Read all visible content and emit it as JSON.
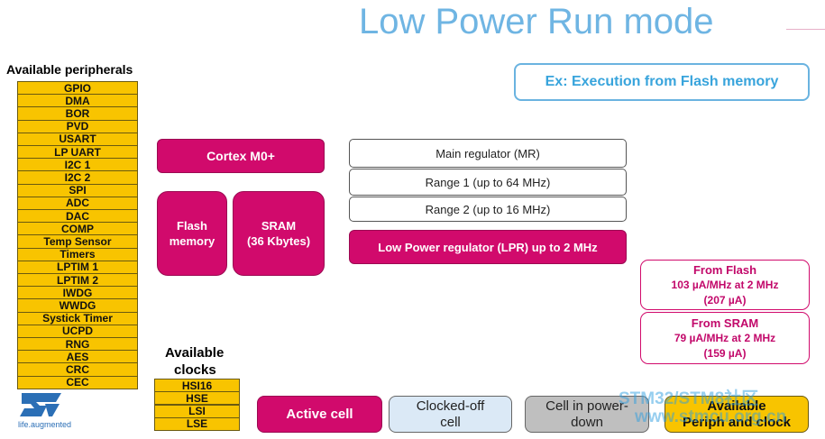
{
  "title": "Low Power Run mode",
  "example": "Ex: Execution from Flash memory",
  "peripherals": {
    "header": "Available peripherals",
    "items": [
      "GPIO",
      "DMA",
      "BOR",
      "PVD",
      "USART",
      "LP UART",
      "I2C 1",
      "I2C 2",
      "SPI",
      "ADC",
      "DAC",
      "COMP",
      "Temp Sensor",
      "Timers",
      "LPTIM 1",
      "LPTIM 2",
      "IWDG",
      "WWDG",
      "Systick Timer",
      "UCPD",
      "RNG",
      "AES",
      "CRC",
      "CEC"
    ]
  },
  "clocks": {
    "header_line1": "Available",
    "header_line2": "clocks",
    "items": [
      "HSI16",
      "HSE",
      "LSI",
      "LSE"
    ]
  },
  "core": {
    "cortex": "Cortex M0+",
    "flash_line1": "Flash",
    "flash_line2": "memory",
    "sram_line1": "SRAM",
    "sram_line2": "(36 Kbytes)"
  },
  "regulators": {
    "main": "Main regulator (MR)",
    "range1": "Range 1 (up to 64 MHz)",
    "range2": "Range 2 (up to 16 MHz)",
    "lpr": "Low Power regulator (LPR) up to 2 MHz"
  },
  "consumption": {
    "flash": {
      "title": "From Flash",
      "value": "103 µA/MHz at 2 MHz",
      "total": "(207 µA)"
    },
    "sram": {
      "title": "From SRAM",
      "value": "79 µA/MHz at 2 MHz",
      "total": "(159 µA)"
    }
  },
  "legend": {
    "active": "Active cell",
    "clocked_off_line1": "Clocked-off",
    "clocked_off_line2": "cell",
    "power_down_line1": "Cell in power-",
    "power_down_line2": "down",
    "available_line1": "Available",
    "available_line2": "Periph and clock"
  },
  "logo": {
    "tagline": "life.augmented"
  },
  "watermark": {
    "line1": "STM32/STM8社区",
    "line2": "www.stmcu.org.cn"
  },
  "colors": {
    "title": "#6fb5e3",
    "active": "#d10a6c",
    "available": "#f8c400",
    "clocked_off": "#dbe9f6",
    "power_down": "#bfbfbf",
    "accent_blue": "#38a4dc"
  }
}
